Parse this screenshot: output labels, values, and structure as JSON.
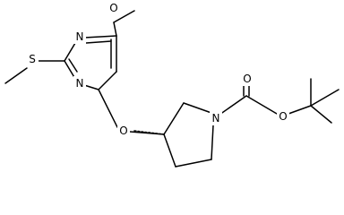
{
  "molecule": {
    "atoms": {
      "o_methoxy": "O",
      "s_methylthio": "S",
      "n_upper": "N",
      "n_lower": "N",
      "o_ether": "O",
      "o_carbonyl": "O",
      "o_ester": "O",
      "n_pyrrolidine": "N"
    }
  },
  "colors": {
    "bond": "#000000",
    "background": "#ffffff"
  }
}
